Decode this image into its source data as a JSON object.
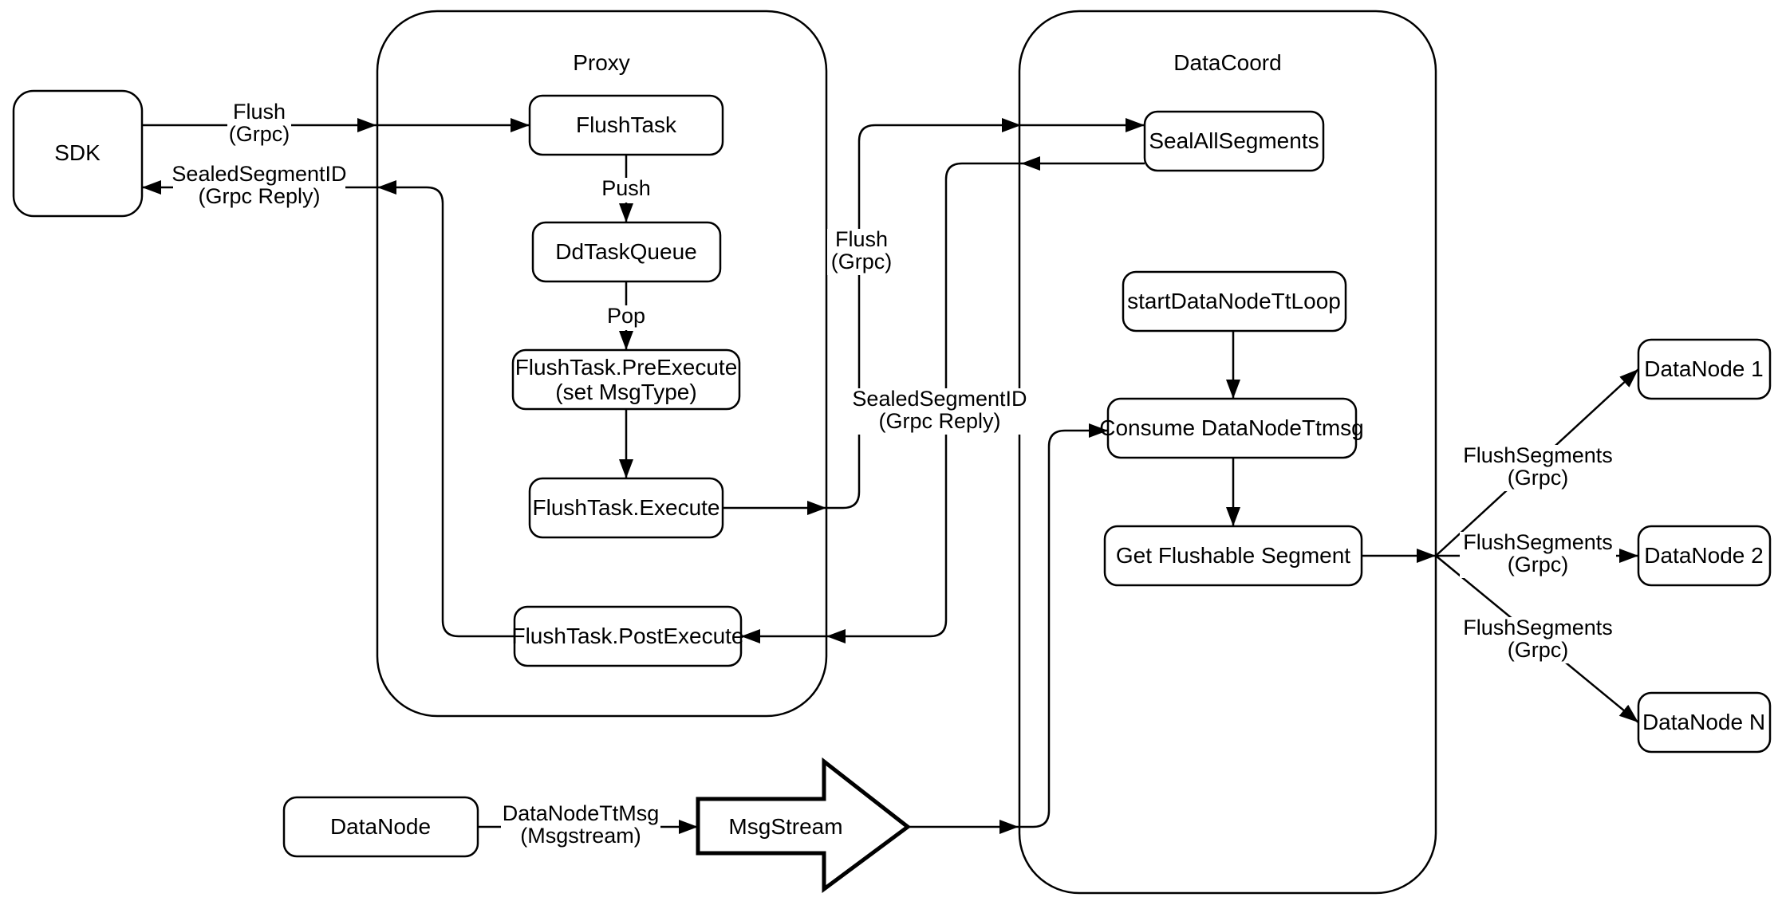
{
  "diagram": {
    "background": "#ffffff",
    "stroke_color": "#000000",
    "node_fill": "#ffffff",
    "containers": {
      "proxy": {
        "title": "Proxy"
      },
      "datacoord": {
        "title": "DataCoord"
      }
    },
    "nodes": {
      "sdk": {
        "label": "SDK"
      },
      "flush_task": {
        "label": "FlushTask"
      },
      "dd_task_queue": {
        "label": "DdTaskQueue"
      },
      "pre_execute": {
        "line1": "FlushTask.PreExecute",
        "line2": "(set MsgType)"
      },
      "execute": {
        "label": "FlushTask.Execute"
      },
      "post_execute": {
        "label": "FlushTask.PostExecute"
      },
      "seal_all_segments": {
        "label": "SealAllSegments"
      },
      "start_datanode_tt_loop": {
        "label": "startDataNodeTtLoop"
      },
      "consume_datanode_ttmsg": {
        "label": "Consume DataNodeTtmsg"
      },
      "get_flushable_segment": {
        "label": "Get Flushable Segment"
      },
      "datanode_1": {
        "label": "DataNode 1"
      },
      "datanode_2": {
        "label": "DataNode 2"
      },
      "datanode_n": {
        "label": "DataNode N"
      },
      "datanode_source": {
        "label": "DataNode"
      },
      "msgstream": {
        "label": "MsgStream"
      }
    },
    "edge_labels": {
      "flush_to_proxy": {
        "line1": "Flush",
        "line2": "(Grpc)"
      },
      "sealed_to_sdk": {
        "line1": "SealedSegmentID",
        "line2": "(Grpc Reply)"
      },
      "push": {
        "label": "Push"
      },
      "pop": {
        "label": "Pop"
      },
      "flush_to_datacoord": {
        "line1": "Flush",
        "line2": "(Grpc)"
      },
      "sealed_to_proxy": {
        "line1": "SealedSegmentID",
        "line2": "(Grpc Reply)"
      },
      "flush_segments_1": {
        "line1": "FlushSegments",
        "line2": "(Grpc)"
      },
      "flush_segments_2": {
        "line1": "FlushSegments",
        "line2": "(Grpc)"
      },
      "flush_segments_3": {
        "line1": "FlushSegments",
        "line2": "(Grpc)"
      },
      "datanode_ttmsg": {
        "line1": "DataNodeTtMsg",
        "line2": "(Msgstream)"
      }
    }
  }
}
